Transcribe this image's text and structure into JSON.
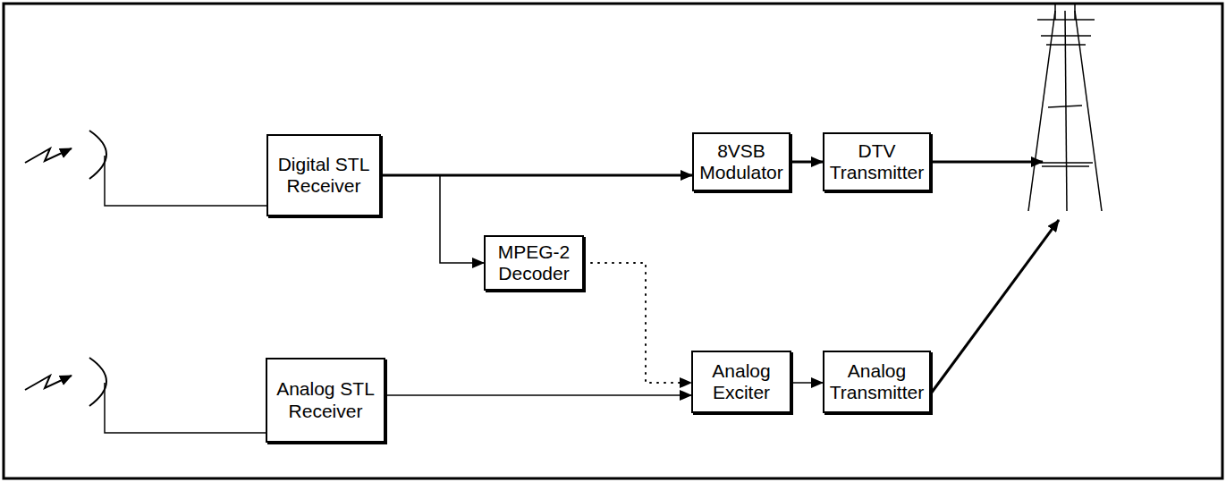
{
  "diagram": {
    "nodes": [
      {
        "text": [
          "Digital STL Receiver"
        ]
      },
      {
        "text": [
          "8VSB Modulator"
        ]
      },
      {
        "text": [
          "DTV Transmitter"
        ]
      },
      {
        "text": [
          "MPEG-2 Decoder"
        ]
      },
      {
        "text": [
          "Analog STL Receiver"
        ]
      },
      {
        "text": [
          "Analog Exciter"
        ]
      },
      {
        "text": [
          "Analog Transmitter"
        ]
      }
    ],
    "edges": [
      {
        "from": 0,
        "to": 1,
        "arrow": "to"
      },
      {
        "from": 1,
        "to": 2,
        "arrow": "to"
      },
      {
        "from": 0,
        "to": 3,
        "arrow": "to"
      },
      {
        "from": 3,
        "to": 5,
        "arrow": "to"
      },
      {
        "from": 4,
        "to": 5,
        "arrow": "to"
      },
      {
        "from": 5,
        "to": 6,
        "arrow": "to"
      }
    ]
  }
}
